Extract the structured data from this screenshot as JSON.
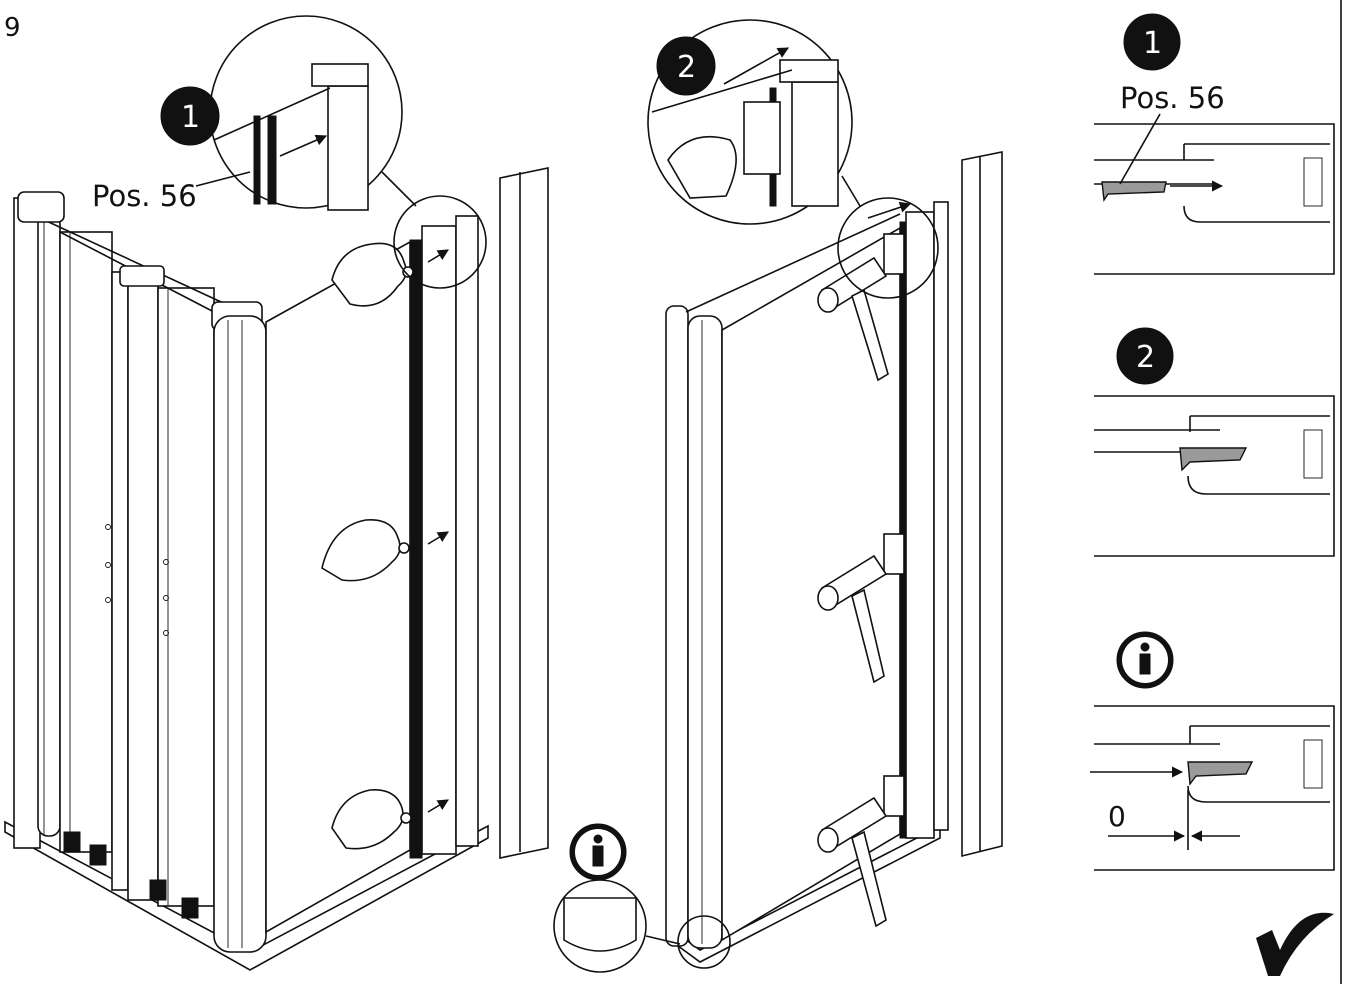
{
  "step_number": "9",
  "left_figure": {
    "badge": "1",
    "part_label": "Pos. 56"
  },
  "middle_figure": {
    "badge": "2",
    "info_symbol": "info-icon"
  },
  "detail_panels": [
    {
      "badge": "1",
      "part_label": "Pos. 56"
    },
    {
      "badge": "2"
    },
    {
      "badge_icon": "info-icon",
      "gap_label": "0"
    }
  ],
  "result_symbol": "checkmark-icon"
}
